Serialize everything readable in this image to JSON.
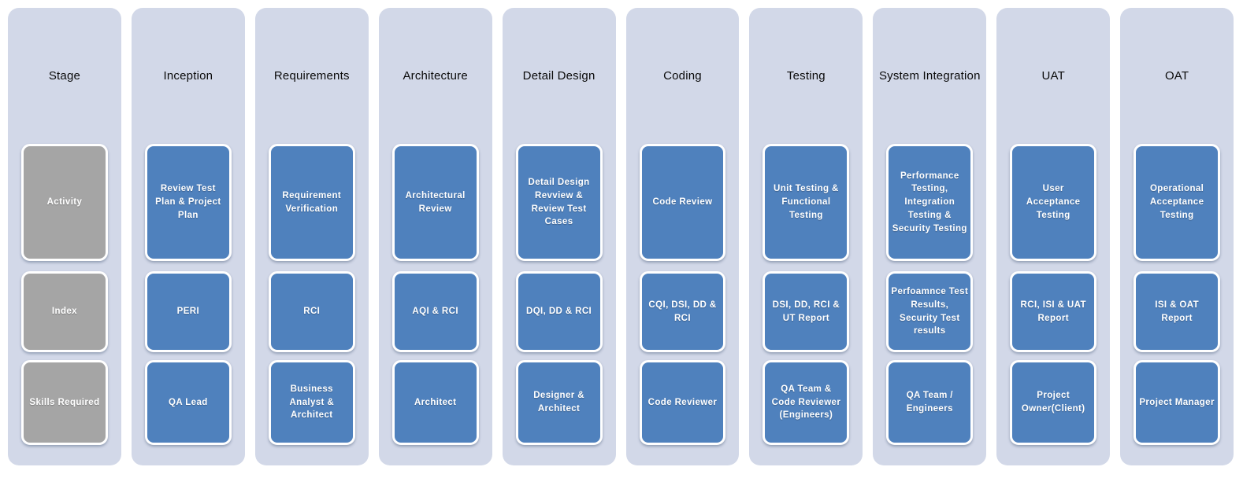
{
  "diagram": {
    "type": "process-stage-matrix",
    "colors": {
      "column_background": "#D2D8E8",
      "stage_label_box": "#A5A5A5",
      "content_box": "#4F81BD",
      "box_text": "#FFFFFF",
      "header_text": "#000000",
      "box_border": "#FFFFFF"
    },
    "columns": [
      {
        "header": "Stage",
        "boxes": [
          "Activity",
          "Index",
          "Skills Required"
        ]
      },
      {
        "header": "Inception",
        "boxes": [
          "Review Test Plan & Project Plan",
          "PERI",
          "QA Lead"
        ]
      },
      {
        "header": "Requirements",
        "boxes": [
          "Requirement Verification",
          "RCI",
          "Business Analyst & Architect"
        ]
      },
      {
        "header": "Architecture",
        "boxes": [
          "Architectural Review",
          "AQI & RCI",
          "Architect"
        ]
      },
      {
        "header": "Detail Design",
        "boxes": [
          "Detail Design Revview & Review Test Cases",
          "DQI, DD & RCI",
          "Designer & Architect"
        ]
      },
      {
        "header": "Coding",
        "boxes": [
          "Code Review",
          "CQI, DSI, DD & RCI",
          "Code Reviewer"
        ]
      },
      {
        "header": "Testing",
        "boxes": [
          "Unit Testing & Functional Testing",
          "DSI, DD, RCI & UT Report",
          "QA Team & Code Reviewer (Engineers)"
        ]
      },
      {
        "header": "System Integration",
        "boxes": [
          "Performance Testing, Integration Testing & Security Testing",
          "Perfoamnce Test Results, Security Test results",
          "QA Team / Engineers"
        ]
      },
      {
        "header": "UAT",
        "boxes": [
          "User Acceptance Testing",
          "RCI, ISI & UAT Report",
          "Project Owner(Client)"
        ]
      },
      {
        "header": "OAT",
        "boxes": [
          "Operational Acceptance Testing",
          "ISI & OAT Report",
          "Project Manager"
        ]
      }
    ]
  }
}
